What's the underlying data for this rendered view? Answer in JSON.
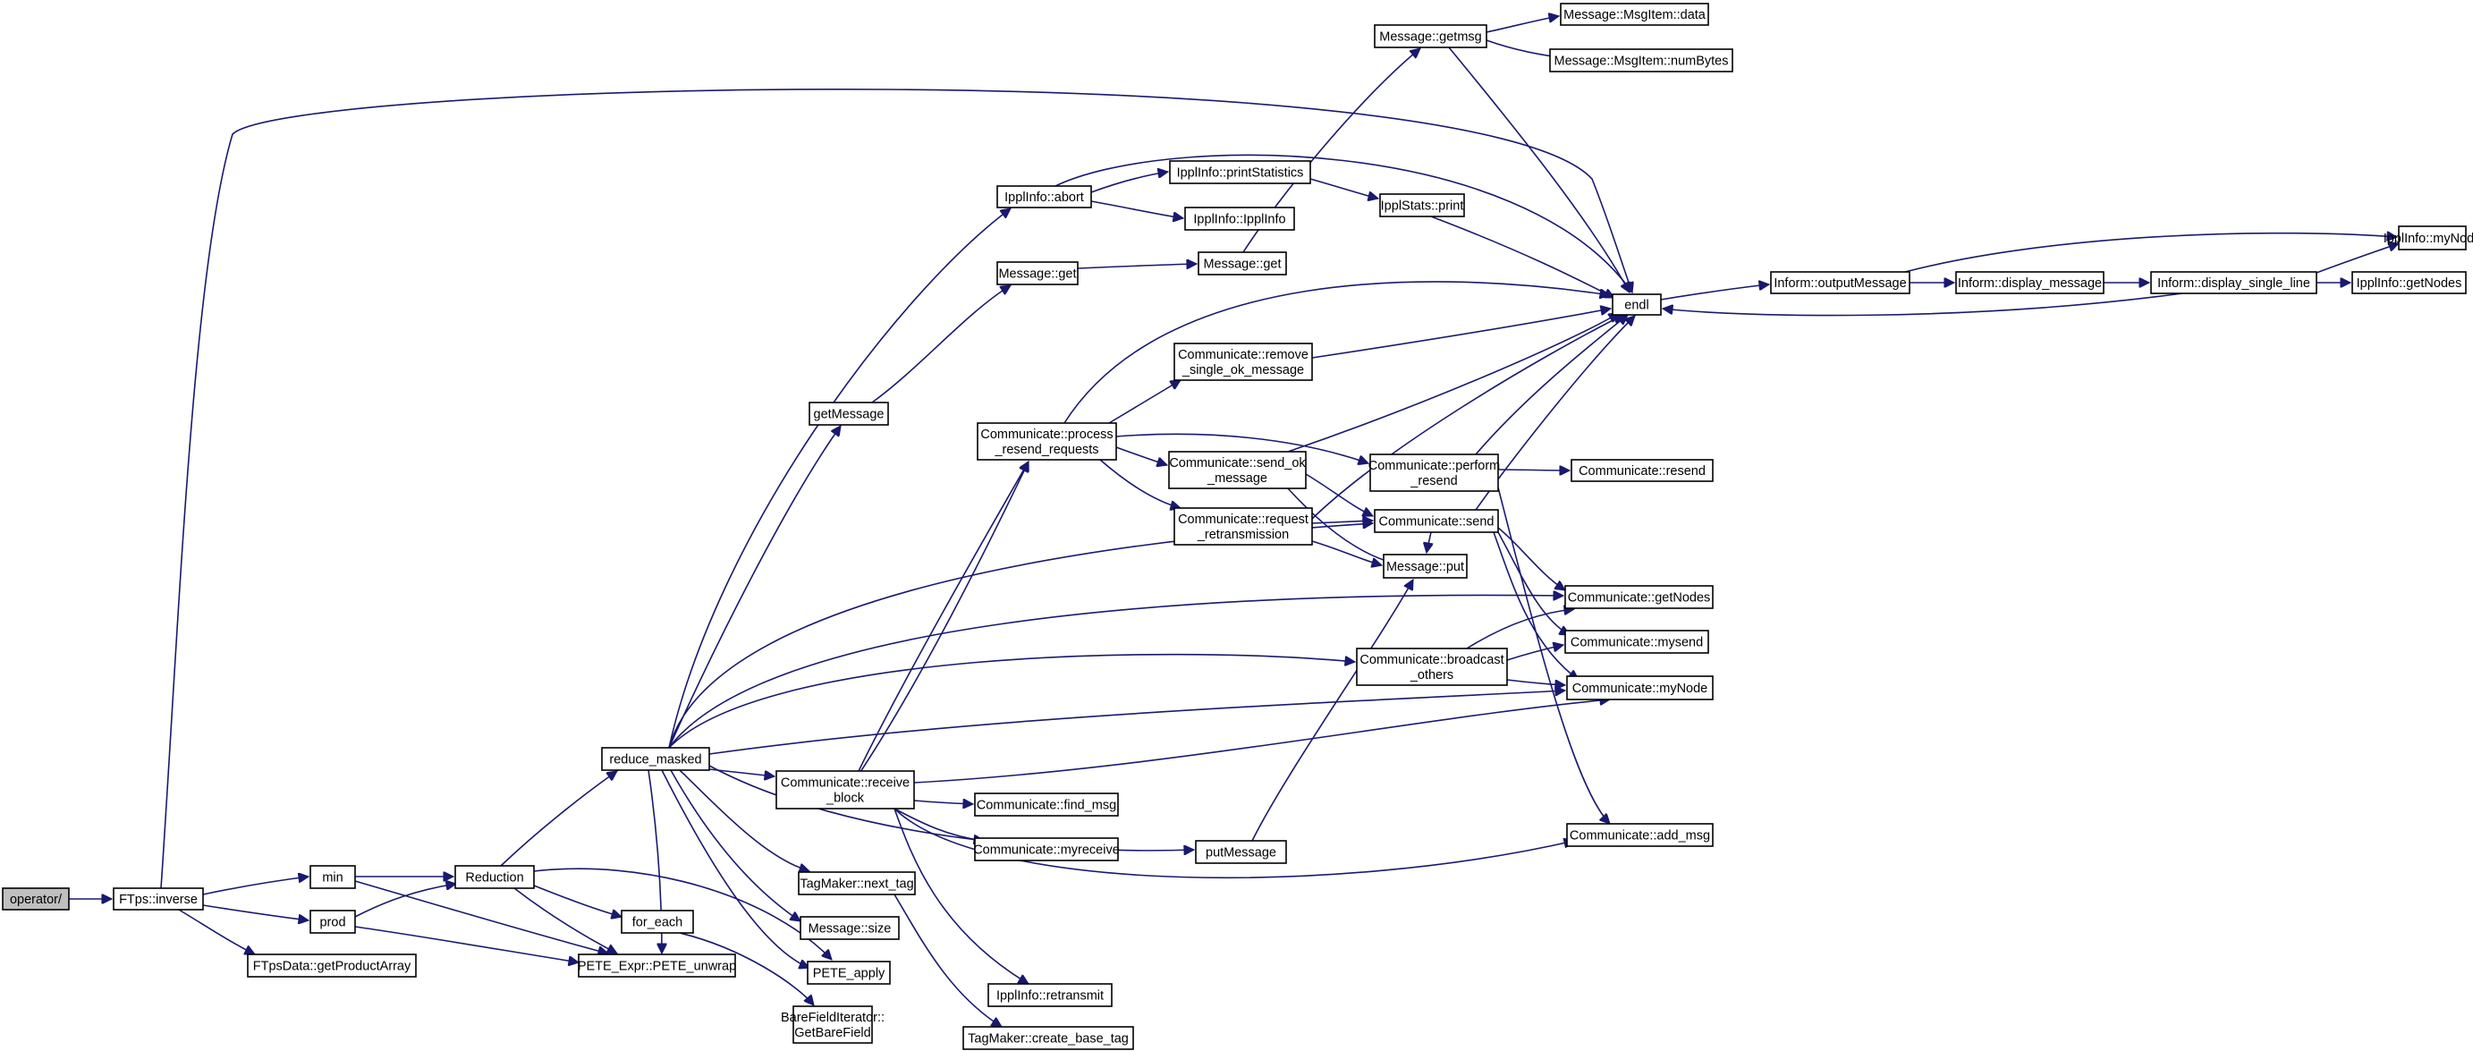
{
  "colors": {
    "edge": "#191970",
    "node_fill": "#ffffff",
    "root_fill": "#bfbfbf",
    "border": "#000000"
  },
  "nodes": [
    {
      "id": "op",
      "lines": [
        "operator/"
      ],
      "root": true
    },
    {
      "id": "inverse",
      "lines": [
        "FTps::inverse"
      ]
    },
    {
      "id": "min",
      "lines": [
        "min"
      ]
    },
    {
      "id": "prod",
      "lines": [
        "prod"
      ]
    },
    {
      "id": "getProd",
      "lines": [
        "FTpsData::getProductArray"
      ]
    },
    {
      "id": "reduction",
      "lines": [
        "Reduction"
      ]
    },
    {
      "id": "unwrap",
      "lines": [
        "PETE_Expr::PETE_unwrap"
      ]
    },
    {
      "id": "foreach",
      "lines": [
        "for_each"
      ]
    },
    {
      "id": "getbare",
      "lines": [
        "BareFieldIterator::",
        "GetBareField"
      ]
    },
    {
      "id": "reduce",
      "lines": [
        "reduce_masked"
      ]
    },
    {
      "id": "getMessage",
      "lines": [
        "getMessage"
      ]
    },
    {
      "id": "abort",
      "lines": [
        "IpplInfo::abort"
      ]
    },
    {
      "id": "mget1",
      "lines": [
        "Message::get"
      ]
    },
    {
      "id": "mget2",
      "lines": [
        "Message::get"
      ]
    },
    {
      "id": "getmsg",
      "lines": [
        "Message::getmsg"
      ]
    },
    {
      "id": "mdata",
      "lines": [
        "Message::MsgItem::data"
      ]
    },
    {
      "id": "mnum",
      "lines": [
        "Message::MsgItem::numBytes"
      ]
    },
    {
      "id": "printStats",
      "lines": [
        "IpplInfo::printStatistics"
      ]
    },
    {
      "id": "ipplinfo",
      "lines": [
        "IpplInfo::IpplInfo"
      ]
    },
    {
      "id": "statsprint",
      "lines": [
        "IpplStats::print"
      ]
    },
    {
      "id": "endl",
      "lines": [
        "endl"
      ]
    },
    {
      "id": "outmsg",
      "lines": [
        "Inform::outputMessage"
      ]
    },
    {
      "id": "dispmsg",
      "lines": [
        "Inform::display_message"
      ]
    },
    {
      "id": "dispsl",
      "lines": [
        "Inform::display_single_line"
      ]
    },
    {
      "id": "mynodeI",
      "lines": [
        "IpplInfo::myNode"
      ]
    },
    {
      "id": "getnodesI",
      "lines": [
        "IpplInfo::getNodes"
      ]
    },
    {
      "id": "procresend",
      "lines": [
        "Communicate::process",
        "_resend_requests"
      ]
    },
    {
      "id": "removeok",
      "lines": [
        "Communicate::remove",
        "_single_ok_message"
      ]
    },
    {
      "id": "sendok",
      "lines": [
        "Communicate::send_ok",
        "_message"
      ]
    },
    {
      "id": "reqretr",
      "lines": [
        "Communicate::request",
        "_retransmission"
      ]
    },
    {
      "id": "perfresend",
      "lines": [
        "Communicate::perform",
        "_resend"
      ]
    },
    {
      "id": "resend",
      "lines": [
        "Communicate::resend"
      ]
    },
    {
      "id": "send",
      "lines": [
        "Communicate::send"
      ]
    },
    {
      "id": "mput",
      "lines": [
        "Message::put"
      ]
    },
    {
      "id": "getnodesC",
      "lines": [
        "Communicate::getNodes"
      ]
    },
    {
      "id": "mysend",
      "lines": [
        "Communicate::mysend"
      ]
    },
    {
      "id": "broadcast",
      "lines": [
        "Communicate::broadcast",
        "_others"
      ]
    },
    {
      "id": "mynodeC",
      "lines": [
        "Communicate::myNode"
      ]
    },
    {
      "id": "recvblock",
      "lines": [
        "Communicate::receive",
        "_block"
      ]
    },
    {
      "id": "findmsg",
      "lines": [
        "Communicate::find_msg"
      ]
    },
    {
      "id": "myrecv",
      "lines": [
        "Communicate::myreceive"
      ]
    },
    {
      "id": "putMessage",
      "lines": [
        "putMessage"
      ]
    },
    {
      "id": "addmsg",
      "lines": [
        "Communicate::add_msg"
      ]
    },
    {
      "id": "nexttag",
      "lines": [
        "TagMaker::next_tag"
      ]
    },
    {
      "id": "msize",
      "lines": [
        "Message::size"
      ]
    },
    {
      "id": "peteapply",
      "lines": [
        "PETE_apply"
      ]
    },
    {
      "id": "retransmit",
      "lines": [
        "IpplInfo::retransmit"
      ]
    },
    {
      "id": "createtag",
      "lines": [
        "TagMaker::create_base_tag"
      ]
    }
  ]
}
